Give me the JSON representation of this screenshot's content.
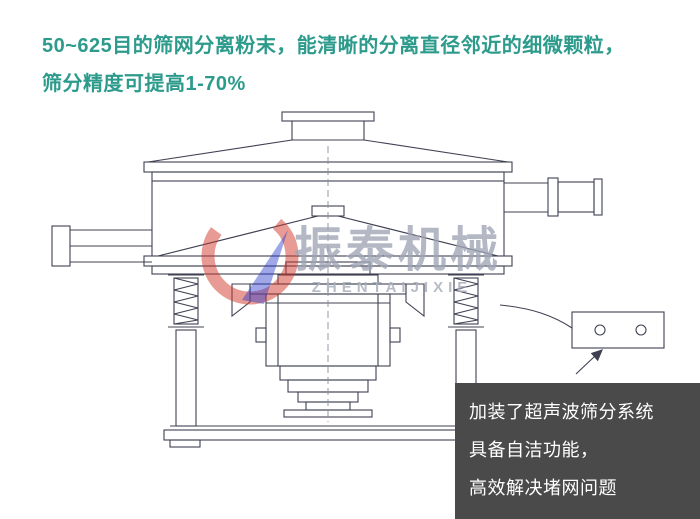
{
  "headline": {
    "line1": "50~625目的筛网分离粉末，能清晰的分离直径邻近的细微颗粒，",
    "line2": "筛分精度可提高1-70%",
    "color": "#2d9b8c"
  },
  "watermark": {
    "brand": "振泰机械",
    "subtext": "ZHENTAIJIXIE",
    "brand_color": "#9ea5b4",
    "subtext_color": "#aab1bd",
    "swoosh_red": "#d0372a",
    "swoosh_blue": "#2b3bcf"
  },
  "callout": {
    "lines": [
      "加装了超声波筛分系统",
      "具备自洁功能，",
      "高效解决堵网问题"
    ],
    "bg_color": "#4a4a4a",
    "text_color": "#ffffff"
  },
  "diagram": {
    "line_color": "#3f4152"
  }
}
